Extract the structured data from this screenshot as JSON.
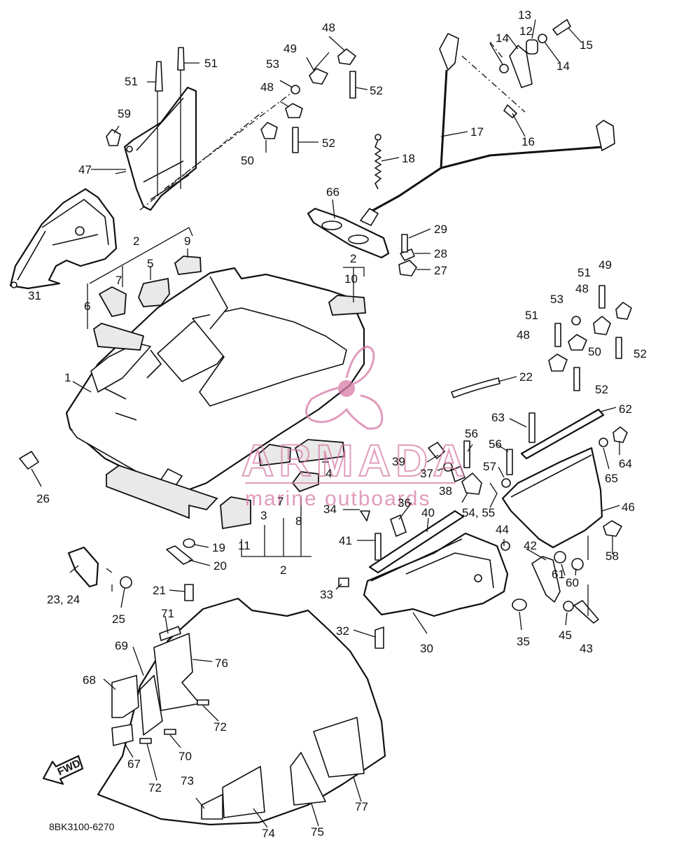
{
  "diagram_code": "8BK3100-6270",
  "fwd_label": "FWD",
  "watermark": {
    "brand": "ARMADA",
    "tagline": "marine outboards",
    "color": "#d77aa6"
  },
  "callouts": {
    "c1": "1",
    "c2a": "2",
    "c2b": "2",
    "c2c": "2",
    "c3": "3",
    "c4": "4",
    "c5": "5",
    "c6": "6",
    "c7a": "7",
    "c7b": "7",
    "c8": "8",
    "c9": "9",
    "c10": "10",
    "c11": "11",
    "c12": "12",
    "c13": "13",
    "c14a": "14",
    "c14b": "14",
    "c15": "15",
    "c16": "16",
    "c17": "17",
    "c18": "18",
    "c19": "19",
    "c20": "20",
    "c21": "21",
    "c22": "22",
    "c2324": "23, 24",
    "c25": "25",
    "c26": "26",
    "c27": "27",
    "c28": "28",
    "c29": "29",
    "c30": "30",
    "c31": "31",
    "c32": "32",
    "c33": "33",
    "c34": "34",
    "c35": "35",
    "c36": "36",
    "c37": "37",
    "c38": "38",
    "c39": "39",
    "c40": "40",
    "c41": "41",
    "c42": "42",
    "c43": "43",
    "c44": "44",
    "c45": "45",
    "c46": "46",
    "c47": "47",
    "c48a": "48",
    "c48b": "48",
    "c48c": "48",
    "c48d": "48",
    "c49a": "49",
    "c49b": "49",
    "c50a": "50",
    "c50b": "50",
    "c51a": "51",
    "c51b": "51",
    "c51c": "51",
    "c51d": "51",
    "c52a": "52",
    "c52b": "52",
    "c52c": "52",
    "c52d": "52",
    "c53a": "53",
    "c53b": "53",
    "c5455": "54, 55",
    "c56a": "56",
    "c56b": "56",
    "c57": "57",
    "c58": "58",
    "c59": "59",
    "c60": "60",
    "c61": "61",
    "c62": "62",
    "c63": "63",
    "c64": "64",
    "c65": "65",
    "c66": "66",
    "c67": "67",
    "c68": "68",
    "c69": "69",
    "c70": "70",
    "c71": "71",
    "c72a": "72",
    "c72b": "72",
    "c73": "73",
    "c74": "74",
    "c75": "75",
    "c76": "76",
    "c77": "77"
  }
}
